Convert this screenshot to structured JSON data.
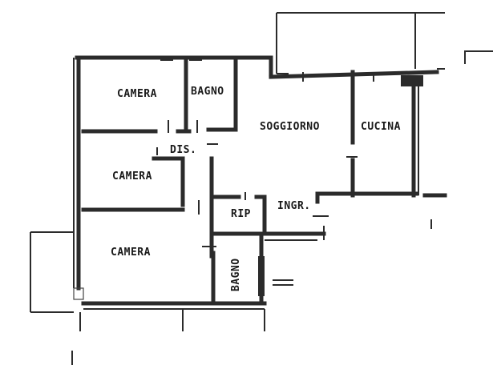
{
  "rooms": {
    "camera_top": "CAMERA",
    "bagno_top": "BAGNO",
    "soggiorno": "SOGGIORNO",
    "cucina": "CUCINA",
    "dis": "DIS.",
    "camera_middle": "CAMERA",
    "rip": "RIP",
    "ingr": "INGR.",
    "camera_bottom": "CAMERA",
    "bagno_bottom": "BAGNO"
  },
  "colors": {
    "wall": "#2b2b2b",
    "paper": "#ffffff"
  }
}
